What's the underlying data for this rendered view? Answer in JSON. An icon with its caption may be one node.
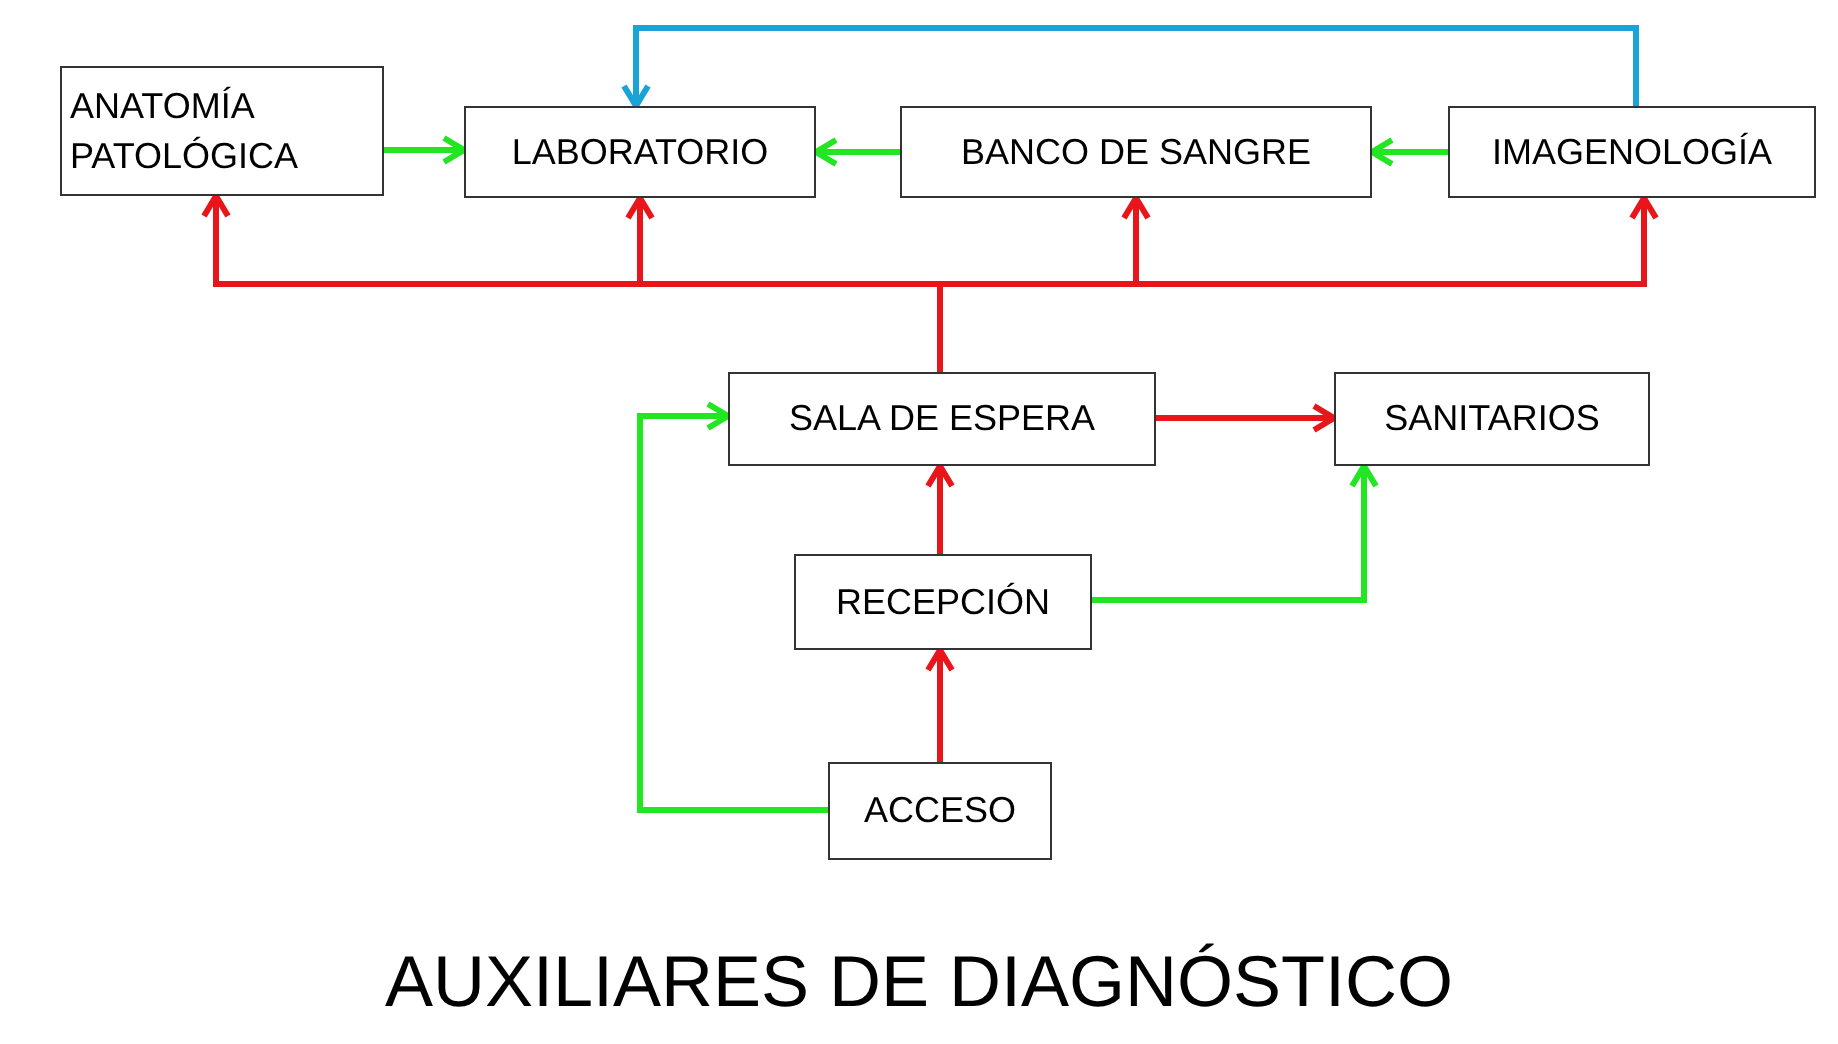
{
  "diagram": {
    "title": "AUXILIARES DE DIAGNÓSTICO",
    "nodes": [
      {
        "text": [
          "ANATOMÍA PATOLÓGICA"
        ]
      },
      {
        "text": [
          "LABORATORIO"
        ]
      },
      {
        "text": [
          "BANCO DE SANGRE"
        ]
      },
      {
        "text": [
          "IMAGENOLOGÍA"
        ]
      },
      {
        "text": [
          "SALA DE ESPERA"
        ]
      },
      {
        "text": [
          "SANITARIOS"
        ]
      },
      {
        "text": [
          "RECEPCIÓN"
        ]
      },
      {
        "text": [
          "ACCESO"
        ]
      }
    ],
    "edges": [
      {
        "from": 0,
        "to": 1,
        "arrow": "to",
        "color": "#22e622"
      },
      {
        "from": 2,
        "to": 1,
        "arrow": "to",
        "color": "#22e622"
      },
      {
        "from": 3,
        "to": 2,
        "arrow": "to",
        "color": "#22e622"
      },
      {
        "from": 3,
        "to": 1,
        "arrow": "to",
        "color": "#1aa3d6"
      },
      {
        "from": 4,
        "to": 0,
        "arrow": "to"
      },
      {
        "from": 4,
        "to": 1,
        "arrow": "to"
      },
      {
        "from": 4,
        "to": 2,
        "arrow": "to"
      },
      {
        "from": 4,
        "to": 3,
        "arrow": "to"
      },
      {
        "from": 4,
        "to": 5,
        "arrow": "to"
      },
      {
        "from": 6,
        "to": 4,
        "arrow": "to"
      },
      {
        "from": 7,
        "to": 6,
        "arrow": "to"
      },
      {
        "from": 7,
        "to": 4,
        "arrow": "to",
        "color": "#22e622"
      },
      {
        "from": 6,
        "to": 5,
        "arrow": "to",
        "color": "#22e622"
      }
    ]
  }
}
